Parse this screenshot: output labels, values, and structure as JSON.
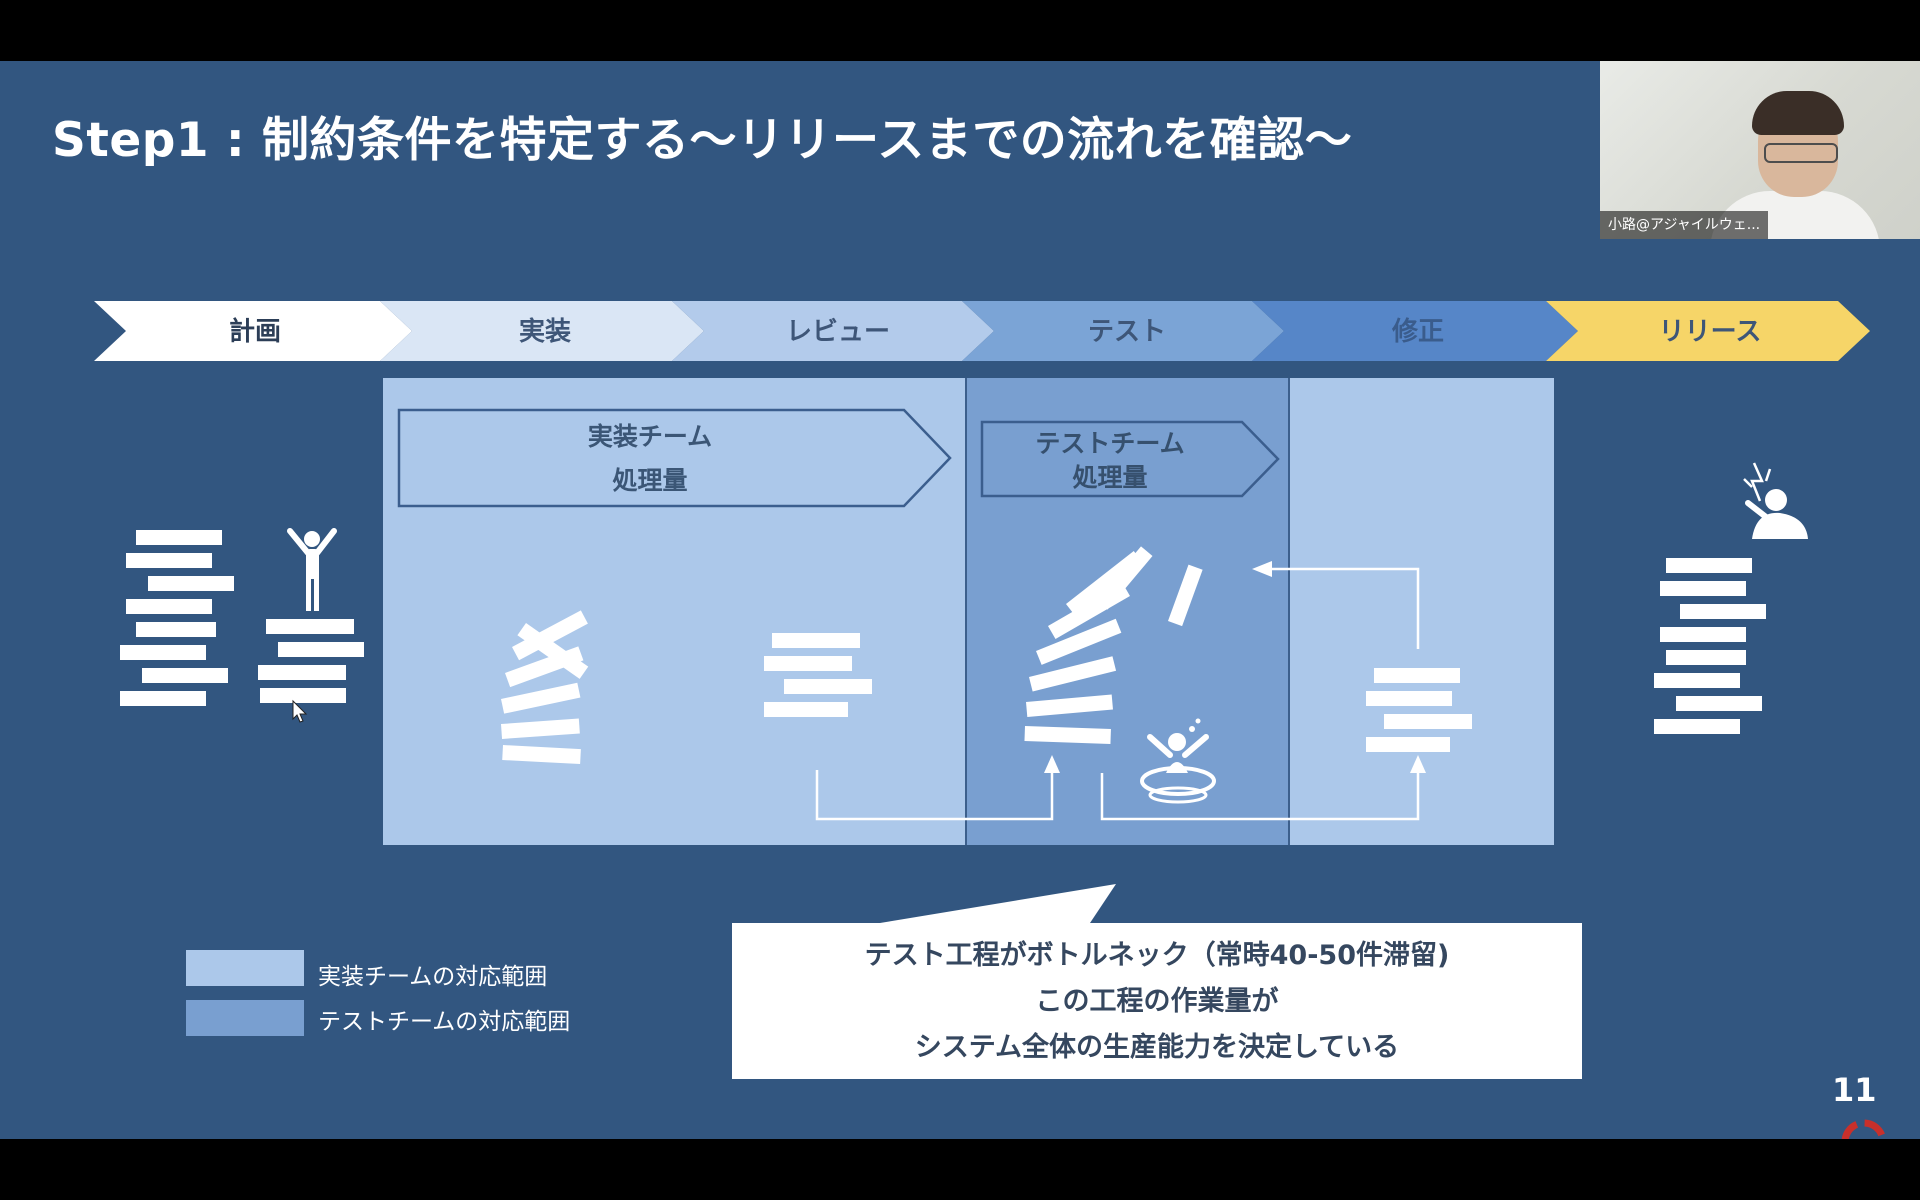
{
  "slide": {
    "title": "Step1 : 制約条件を特定する〜リリースまでの流れを確認〜",
    "page_number": "11"
  },
  "participant": {
    "name": "小路@アジャイルウェ..."
  },
  "process_steps": [
    {
      "label": "計画"
    },
    {
      "label": "実装"
    },
    {
      "label": "レビュー"
    },
    {
      "label": "テスト"
    },
    {
      "label": "修正"
    },
    {
      "label": "リリース"
    }
  ],
  "teams": {
    "impl_line1": "実装チーム",
    "impl_line2": "処理量",
    "test_line1": "テストチーム",
    "test_line2": "処理量"
  },
  "legend": {
    "impl": "実装チームの対応範囲",
    "test": "テストチームの対応範囲"
  },
  "callout": {
    "line1": "テスト工程がボトルネック（常時40-50件滞留)",
    "line2": "この工程の作業量が",
    "line3": "システム全体の生産能力を決定している"
  },
  "colors": {
    "background": "#325680",
    "impl_range": "#acc8ea",
    "test_range": "#799fd0",
    "release": "#f6d568"
  }
}
